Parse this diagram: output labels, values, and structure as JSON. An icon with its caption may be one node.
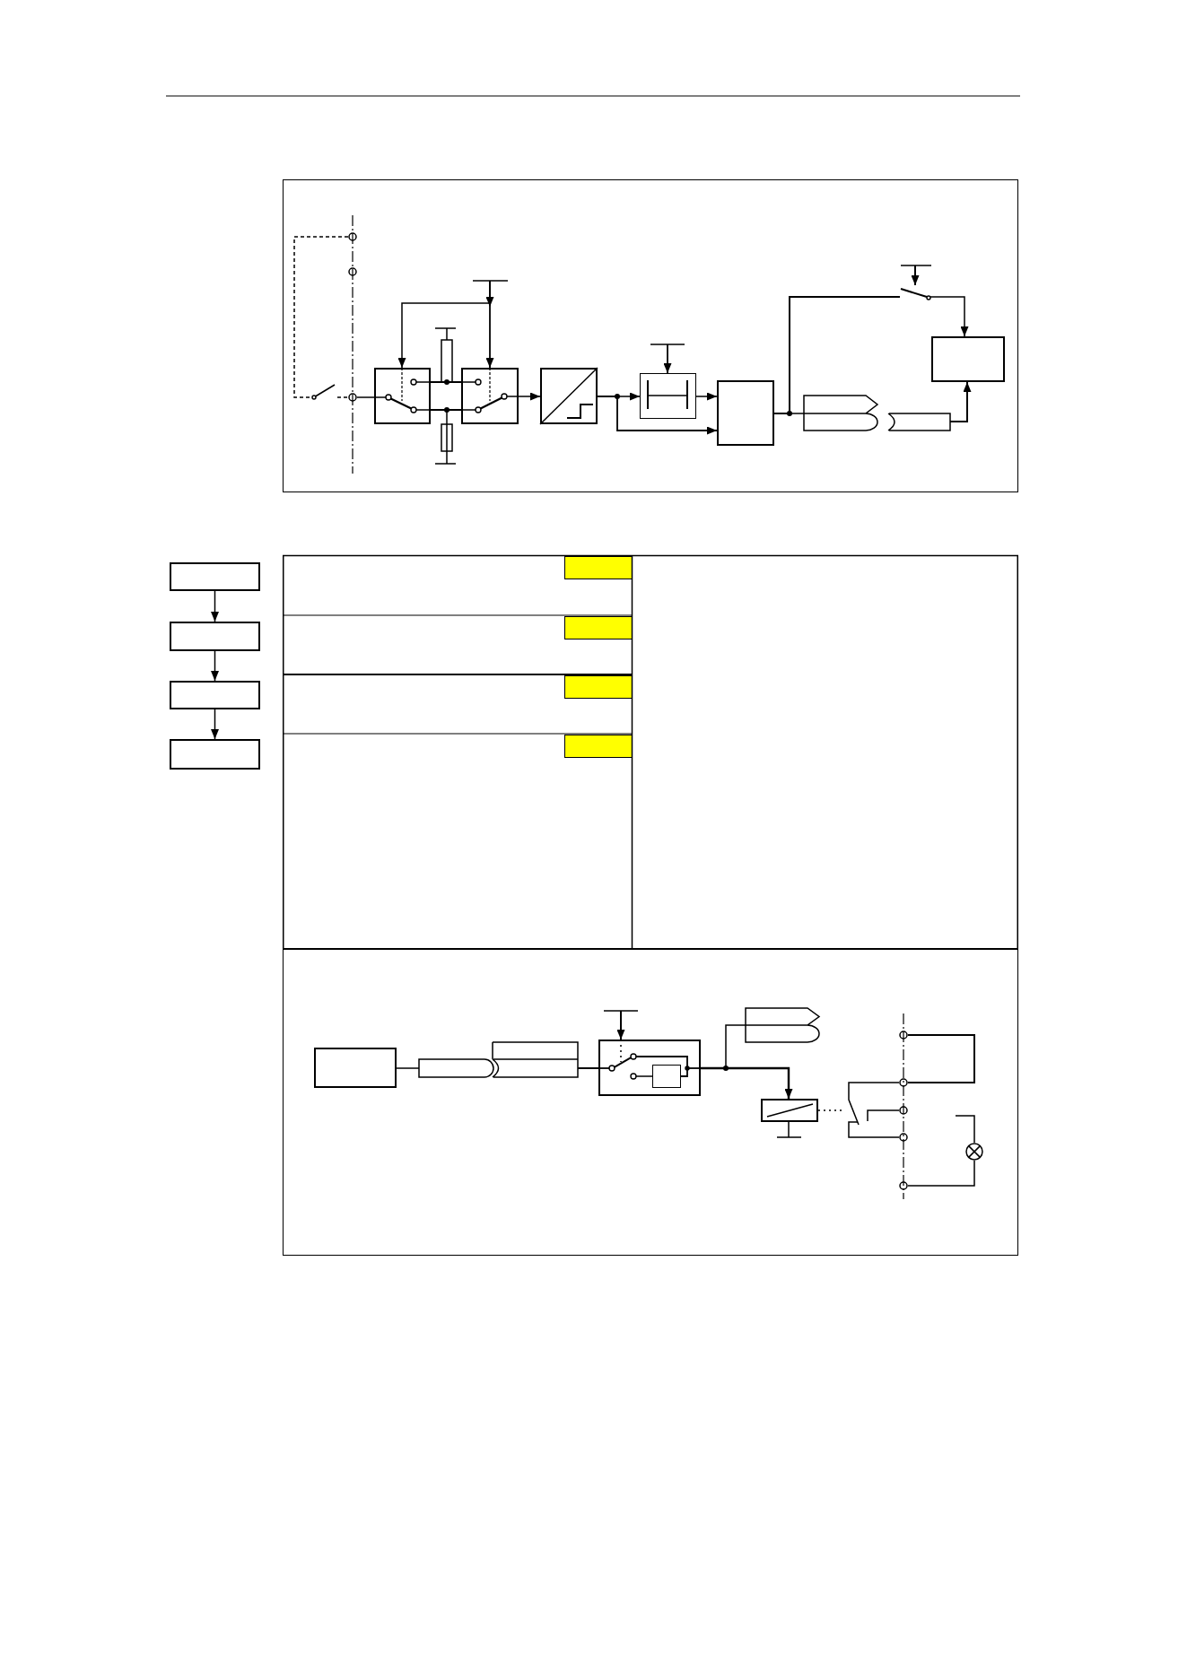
{
  "diagram": {
    "nodes": [
      {
        "text": [],
        "shape": "box"
      },
      {
        "text": [],
        "shape": "circle",
        "in": 0
      },
      {
        "text": [],
        "shape": "circle",
        "in": 0
      },
      {
        "text": [],
        "shape": "circle",
        "in": 0
      },
      {
        "text": [],
        "shape": "switch",
        "in": 0
      },
      {
        "text": [],
        "shape": "box",
        "in": 0
      },
      {
        "text": [],
        "shape": "box",
        "in": 0
      },
      {
        "text": [],
        "shape": "box",
        "in": 0
      },
      {
        "text": [],
        "shape": "box",
        "in": 0
      },
      {
        "text": [],
        "shape": "box",
        "in": 0
      },
      {
        "text": [],
        "shape": "switch",
        "in": 0
      },
      {
        "text": [],
        "shape": "box",
        "in": 0
      },
      {
        "text": [],
        "shape": "connector",
        "in": 0
      },
      {
        "text": [],
        "shape": "connector",
        "in": 0
      },
      {
        "text": [],
        "shape": "box"
      },
      {
        "text": [],
        "shape": "box"
      },
      {
        "text": [],
        "shape": "box"
      },
      {
        "text": [],
        "shape": "box"
      },
      {
        "text": [],
        "shape": "box"
      },
      {
        "text": [],
        "shape": "box",
        "in": 18
      },
      {
        "text": [],
        "shape": "connector",
        "in": 18
      },
      {
        "text": [],
        "shape": "connector",
        "in": 18
      },
      {
        "text": [],
        "shape": "box",
        "in": 18
      },
      {
        "text": [],
        "shape": "box",
        "in": 22
      },
      {
        "text": [],
        "shape": "connector",
        "in": 18
      },
      {
        "text": [],
        "shape": "box",
        "in": 18
      },
      {
        "text": [],
        "shape": "switch",
        "in": 18
      },
      {
        "text": [],
        "shape": "circle",
        "in": 18
      },
      {
        "text": [],
        "shape": "circle",
        "in": 18
      },
      {
        "text": [],
        "shape": "circle",
        "in": 18
      },
      {
        "text": [],
        "shape": "circle",
        "in": 18
      },
      {
        "text": [],
        "shape": "circle",
        "in": 18
      },
      {
        "text": [],
        "shape": "lamp",
        "in": 18
      }
    ],
    "edges": [
      {
        "from": 1,
        "to": 4,
        "arrow": "none",
        "style": "dashed"
      },
      {
        "from": 4,
        "to": 3,
        "arrow": "none",
        "style": "dashed"
      },
      {
        "from": 3,
        "to": 5,
        "arrow": "none"
      },
      {
        "from": 5,
        "to": 6,
        "arrow": "none"
      },
      {
        "from": 5,
        "to": 6,
        "arrow": "none"
      },
      {
        "from": null,
        "to": 5,
        "arrow": "to"
      },
      {
        "from": null,
        "to": 6,
        "arrow": "to"
      },
      {
        "from": 6,
        "to": 7,
        "arrow": "to"
      },
      {
        "from": 7,
        "to": 8,
        "arrow": "to"
      },
      {
        "from": 7,
        "to": 9,
        "arrow": "to"
      },
      {
        "from": null,
        "to": 8,
        "arrow": "to"
      },
      {
        "from": 8,
        "to": 9,
        "arrow": "to"
      },
      {
        "from": 9,
        "to": 10,
        "arrow": "none"
      },
      {
        "from": 10,
        "to": 11,
        "arrow": "to"
      },
      {
        "from": null,
        "to": 10,
        "arrow": "to"
      },
      {
        "from": 9,
        "to": 12,
        "arrow": "none"
      },
      {
        "from": 13,
        "to": 11,
        "arrow": "to"
      },
      {
        "from": 14,
        "to": 15,
        "arrow": "to"
      },
      {
        "from": 15,
        "to": 16,
        "arrow": "to"
      },
      {
        "from": 16,
        "to": 17,
        "arrow": "to"
      },
      {
        "from": 19,
        "to": 20,
        "arrow": "none"
      },
      {
        "from": 21,
        "to": 22,
        "arrow": "none"
      },
      {
        "from": null,
        "to": 22,
        "arrow": "to"
      },
      {
        "from": 22,
        "to": 24,
        "arrow": "none"
      },
      {
        "from": 22,
        "to": 25,
        "arrow": "to"
      },
      {
        "from": 25,
        "to": 26,
        "arrow": "none",
        "style": "dashed"
      },
      {
        "from": 26,
        "to": 28,
        "arrow": "none"
      },
      {
        "from": 26,
        "to": 29,
        "arrow": "none"
      },
      {
        "from": 26,
        "to": 30,
        "arrow": "none"
      },
      {
        "from": 27,
        "to": 28,
        "arrow": "none"
      },
      {
        "from": 31,
        "to": 32,
        "arrow": "none"
      },
      {
        "from": 32,
        "to": null,
        "arrow": "none"
      }
    ]
  }
}
